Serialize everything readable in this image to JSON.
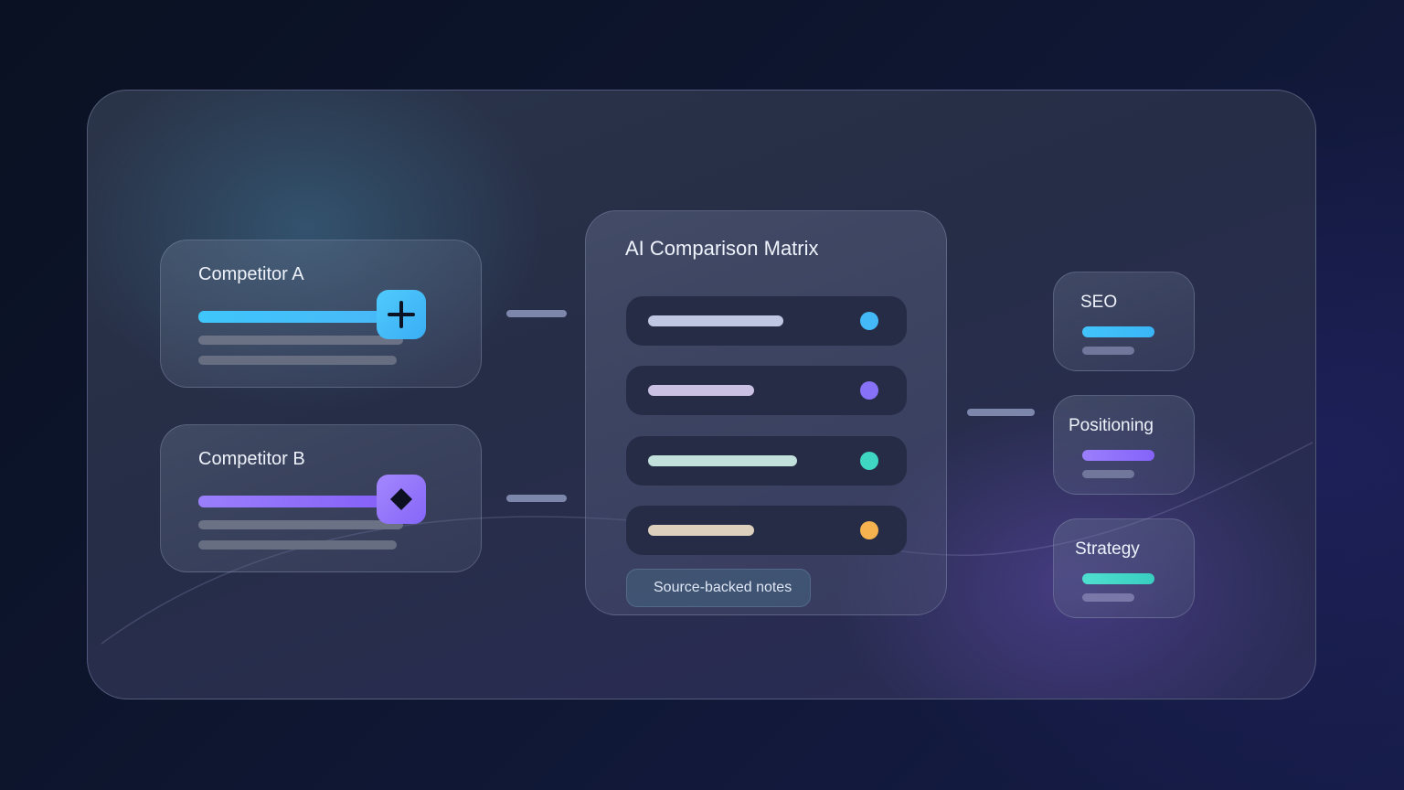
{
  "competitors": [
    {
      "label": "Competitor A",
      "icon": "plus-icon",
      "accent": "#3dc2fb"
    },
    {
      "label": "Competitor B",
      "icon": "diamond-icon",
      "accent": "#8d6bfb"
    }
  ],
  "matrix": {
    "title": "AI Comparison Matrix",
    "rows": [
      {
        "bar_color": "#c0c7e2",
        "dot_color": "#44b9f7"
      },
      {
        "bar_color": "#c9c0e4",
        "dot_color": "#8772f7"
      },
      {
        "bar_color": "#c2e0dc",
        "dot_color": "#3fd6c4"
      },
      {
        "bar_color": "#ddd1bd",
        "dot_color": "#f6b24e"
      }
    ],
    "notes_label": "Source-backed notes"
  },
  "outputs": [
    {
      "label": "SEO",
      "accent": "#3cc2fa"
    },
    {
      "label": "Positioning",
      "accent": "#8b6ffb"
    },
    {
      "label": "Strategy",
      "accent": "#3fd6c8"
    }
  ]
}
